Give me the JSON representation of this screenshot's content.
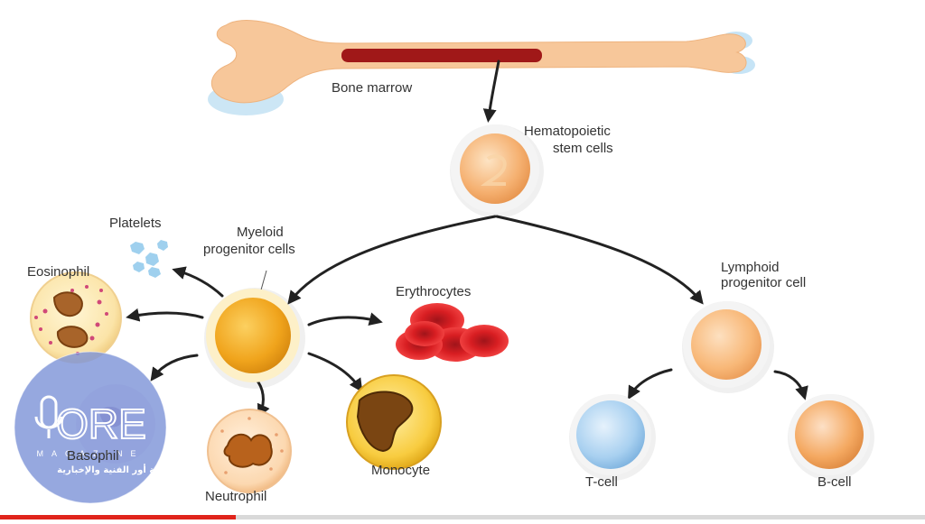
{
  "labels": {
    "bone_marrow": "Bone marrow",
    "hsc_line1": "Hematopoietic",
    "hsc_line2": "stem cells",
    "platelets": "Platelets",
    "myeloid_line1": "Myeloid",
    "myeloid_line2": "progenitor cells",
    "eosinophil": "Eosinophil",
    "erythrocytes": "Erythrocytes",
    "lymphoid_line1": "Lymphoid",
    "lymphoid_line2": "progenitor cell",
    "basophil": "Basophil",
    "neutrophil": "Neutrophil",
    "monocyte": "Monocyte",
    "t_cell": "T-cell",
    "b_cell": "B-cell"
  },
  "watermark": {
    "logo_text": "ORE",
    "sub_text": "MAGAZINE",
    "arabic_text": "مجلة أور الفنية والإخبارية"
  },
  "video": {
    "progress": 0.255
  },
  "colors": {
    "bone": "#f7c79a",
    "marrow": "#a01818",
    "stem_cell": "#f5b070",
    "myeloid": "#f0a41c",
    "lymphoid": "#f8b878",
    "t_cell": "#a8d0f0",
    "b_cell": "#f4a860",
    "erythrocyte": "#d81e22",
    "arrow": "#222222",
    "progress": "#e0241b"
  }
}
